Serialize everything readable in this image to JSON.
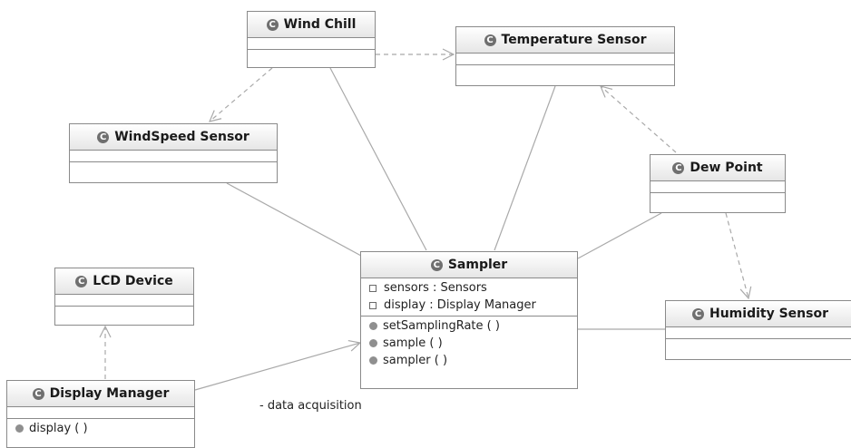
{
  "class_icon_glyph": "C",
  "classes": {
    "wind_chill": {
      "name": "Wind Chill"
    },
    "temperature_sensor": {
      "name": "Temperature Sensor"
    },
    "windspeed_sensor": {
      "name": "WindSpeed Sensor"
    },
    "dew_point": {
      "name": "Dew Point"
    },
    "lcd_device": {
      "name": "LCD Device"
    },
    "sampler": {
      "name": "Sampler",
      "fields": [
        {
          "text": "sensors : Sensors"
        },
        {
          "text": "display : Display Manager"
        }
      ],
      "methods": [
        {
          "text": "setSamplingRate ( )"
        },
        {
          "text": "sample ( )"
        },
        {
          "text": "sampler ( )"
        }
      ]
    },
    "humidity_sensor": {
      "name": "Humidity Sensor"
    },
    "display_manager": {
      "name": "Display Manager",
      "methods": [
        {
          "text": "display ( )"
        }
      ]
    }
  },
  "note": "- data acquisition",
  "colors": {
    "line": "#a9a9a9",
    "border": "#8a8a8a",
    "icon": "#6f6f6f"
  }
}
